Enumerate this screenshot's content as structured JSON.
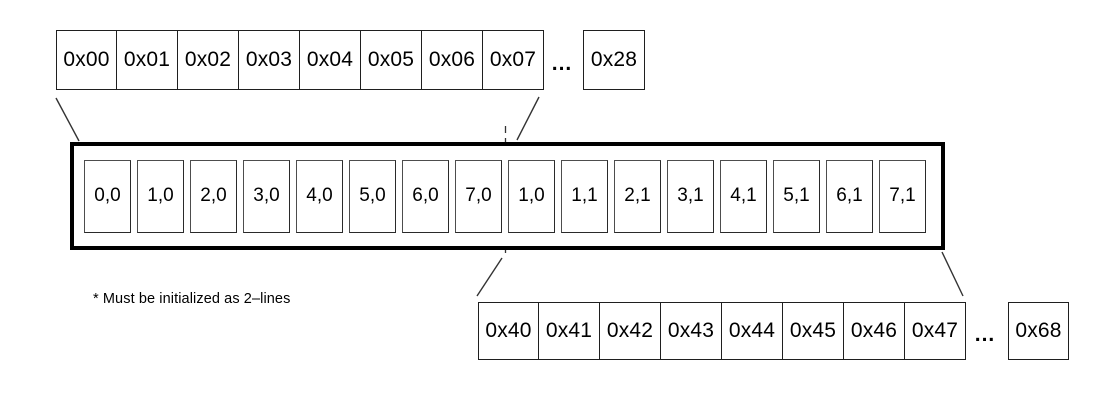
{
  "top_address_row": {
    "cells": [
      "0x00",
      "0x01",
      "0x02",
      "0x03",
      "0x04",
      "0x05",
      "0x06",
      "0x07"
    ],
    "ellipsis": "...",
    "tail_cell": "0x28"
  },
  "display_line": {
    "cells": [
      "0,0",
      "1,0",
      "2,0",
      "3,0",
      "4,0",
      "5,0",
      "6,0",
      "7,0",
      "1,0",
      "1,1",
      "2,1",
      "3,1",
      "4,1",
      "5,1",
      "6,1",
      "7,1"
    ]
  },
  "bottom_address_row": {
    "cells": [
      "0x40",
      "0x41",
      "0x42",
      "0x43",
      "0x44",
      "0x45",
      "0x46",
      "0x47"
    ],
    "ellipsis": "...",
    "tail_cell": "0x68"
  },
  "note": "* Must be initialized as 2–lines",
  "colors": {
    "background": "#ffffff",
    "frame_border": "#000000",
    "address_cell_border": "#1f1f1f",
    "char_box_border": "#4d4d4d",
    "connector": "#333333",
    "text": "#000000"
  }
}
